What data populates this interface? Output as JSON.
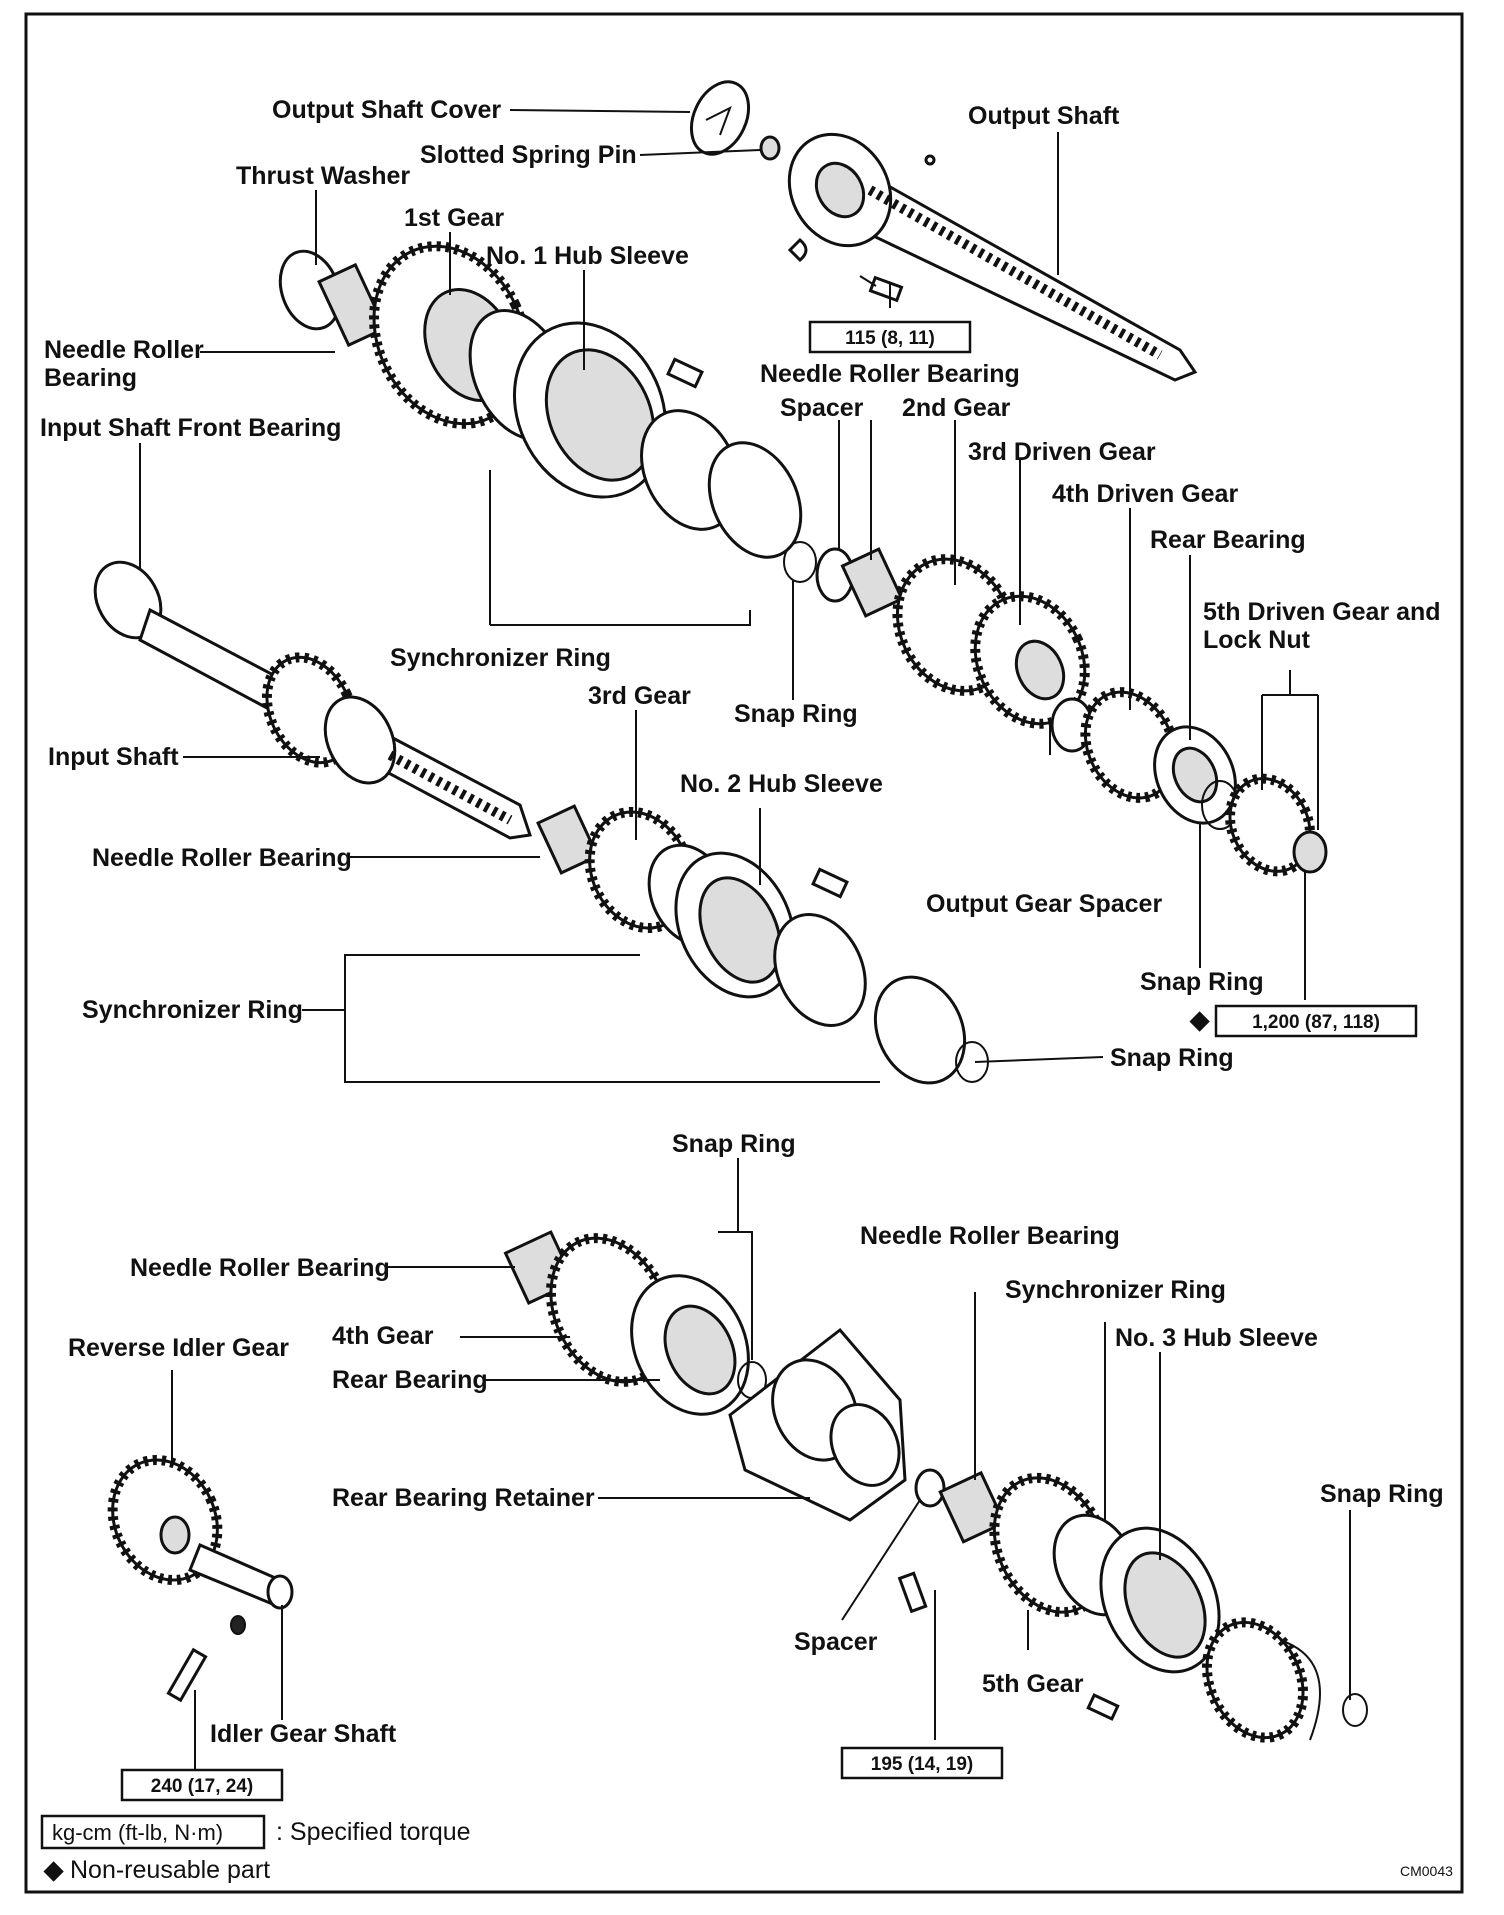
{
  "labels": {
    "output_shaft_cover": "Output Shaft Cover",
    "output_shaft": "Output Shaft",
    "slotted_spring_pin": "Slotted Spring Pin",
    "thrust_washer": "Thrust Washer",
    "first_gear": "1st Gear",
    "no1_hub_sleeve": "No. 1 Hub Sleeve",
    "needle_roller_bearing_top_left_line1": "Needle Roller",
    "needle_roller_bearing_top_left_line2": "Bearing",
    "input_shaft_front_bearing": "Input Shaft Front Bearing",
    "needle_roller_bearing_top": "Needle Roller Bearing",
    "spacer_top": "Spacer",
    "second_gear": "2nd Gear",
    "third_driven_gear": "3rd Driven Gear",
    "fourth_driven_gear": "4th Driven Gear",
    "rear_bearing_top": "Rear Bearing",
    "fifth_driven_gear_line1": "5th Driven Gear and",
    "fifth_driven_gear_line2": "Lock Nut",
    "synchronizer_ring_top": "Synchronizer Ring",
    "third_gear": "3rd Gear",
    "snap_ring_mid": "Snap Ring",
    "input_shaft": "Input Shaft",
    "no2_hub_sleeve": "No. 2 Hub Sleeve",
    "needle_roller_bearing_mid": "Needle Roller Bearing",
    "output_gear_spacer": "Output Gear Spacer",
    "snap_ring_right": "Snap Ring",
    "synchronizer_ring_mid": "Synchronizer Ring",
    "snap_ring_mid2": "Snap Ring",
    "snap_ring_lower": "Snap Ring",
    "needle_roller_bearing_lower_left": "Needle Roller Bearing",
    "needle_roller_bearing_lower_right": "Needle Roller Bearing",
    "synchronizer_ring_lower": "Synchronizer Ring",
    "fourth_gear": "4th Gear",
    "no3_hub_sleeve": "No. 3 Hub Sleeve",
    "reverse_idler_gear": "Reverse Idler Gear",
    "rear_bearing_lower": "Rear Bearing",
    "rear_bearing_retainer": "Rear Bearing Retainer",
    "snap_ring_far_right": "Snap Ring",
    "spacer_lower": "Spacer",
    "fifth_gear": "5th Gear",
    "idler_gear_shaft": "Idler Gear Shaft"
  },
  "torques": {
    "output_cover_bolt": "115 (8, 11)",
    "lock_nut": "1,200 (87, 118)",
    "idler_shaft_bolt": "240 (17, 24)",
    "retainer_bolt": "195 (14, 19)"
  },
  "symbols": {
    "non_reusable": "◆"
  },
  "legend": {
    "unit_box": "kg-cm (ft-lb, N·m)",
    "unit_desc": ": Specified torque",
    "non_reusable": "Non-reusable part"
  },
  "figure_code": "CM0043"
}
